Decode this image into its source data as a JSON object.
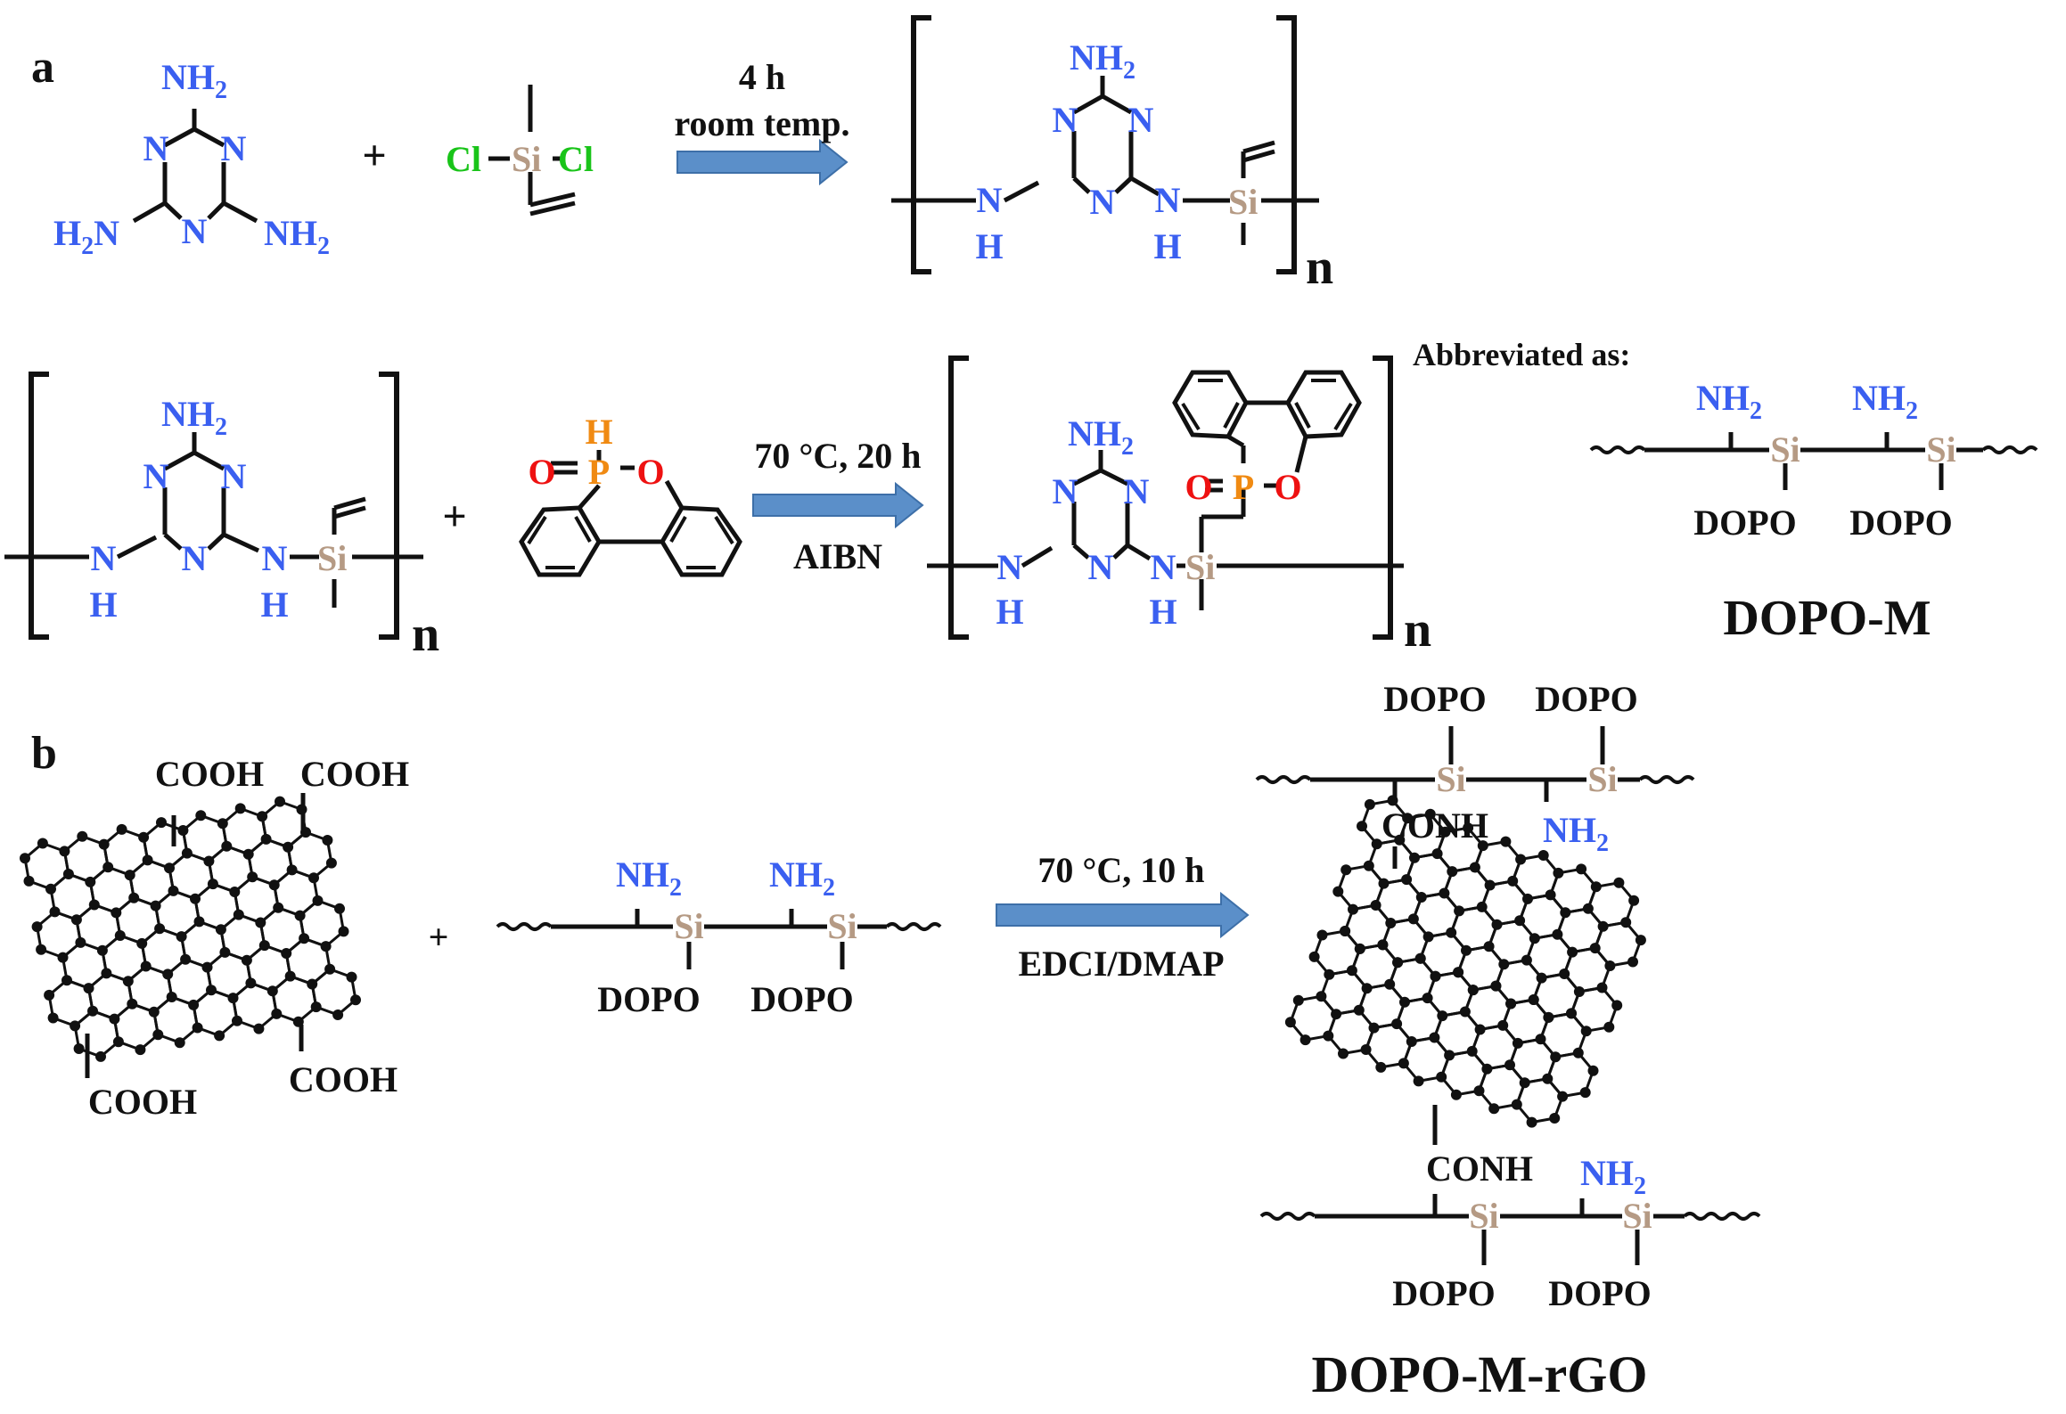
{
  "panel_a": {
    "label": "a",
    "reaction1": {
      "condition_top": "4 h",
      "condition_bottom": "room temp."
    },
    "reaction2": {
      "condition_top": "70 °C, 20 h",
      "condition_bottom": "AIBN"
    },
    "abbrev_title": "Abbreviated as:",
    "abbrev_name": "DOPO-M"
  },
  "panel_b": {
    "label": "b",
    "reaction": {
      "condition_top": "70 °C, 10 h",
      "condition_bottom": "EDCI/DMAP"
    },
    "product_name": "DOPO-M-rGO"
  },
  "atoms": {
    "nh2_main": "NH",
    "nh2_sub": "2",
    "h2n_h": "H",
    "h2n_sub": "2",
    "h2n_n": "N",
    "n": "N",
    "h": "H",
    "nh_h": "H",
    "si": "Si",
    "cl": "Cl",
    "p": "P",
    "o": "O",
    "plus": "+",
    "n_sub": "n"
  },
  "groups": {
    "dopo": "DOPO",
    "cooh": "COOH",
    "conh": "CONH"
  },
  "colors": {
    "nitrogen": "#3a5ff0",
    "silicon": "#b59a84",
    "chlorine": "#19c419",
    "phosphorus": "#f08a12",
    "oxygen": "#ee1111",
    "arrow_fill": "#5b8fc9",
    "arrow_stroke": "#3d6fa8",
    "black": "#111111"
  }
}
